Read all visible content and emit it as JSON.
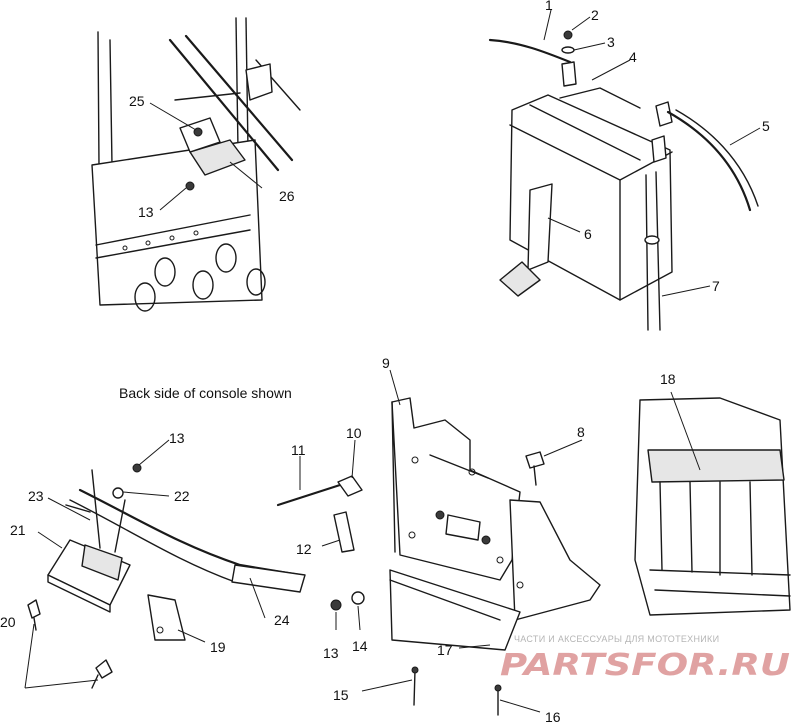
{
  "caption": "Back side of console shown",
  "callouts": {
    "c1": "1",
    "c2": "2",
    "c3": "3",
    "c4": "4",
    "c5": "5",
    "c6": "6",
    "c7": "7",
    "c8": "8",
    "c9": "9",
    "c10": "10",
    "c11": "11",
    "c12": "12",
    "c13a": "13",
    "c13b": "13",
    "c13c": "13",
    "c14": "14",
    "c15": "15",
    "c16": "16",
    "c17": "17",
    "c18": "18",
    "c19": "19",
    "c20": "20",
    "c21": "21",
    "c22": "22",
    "c23": "23",
    "c24": "24",
    "c25": "25",
    "c26": "26"
  },
  "watermark": {
    "tagline": "ЧАСТИ И АКСЕССУАРЫ ДЛЯ МОТОТЕХНИКИ",
    "logo": "PARTSFOR.RU"
  }
}
